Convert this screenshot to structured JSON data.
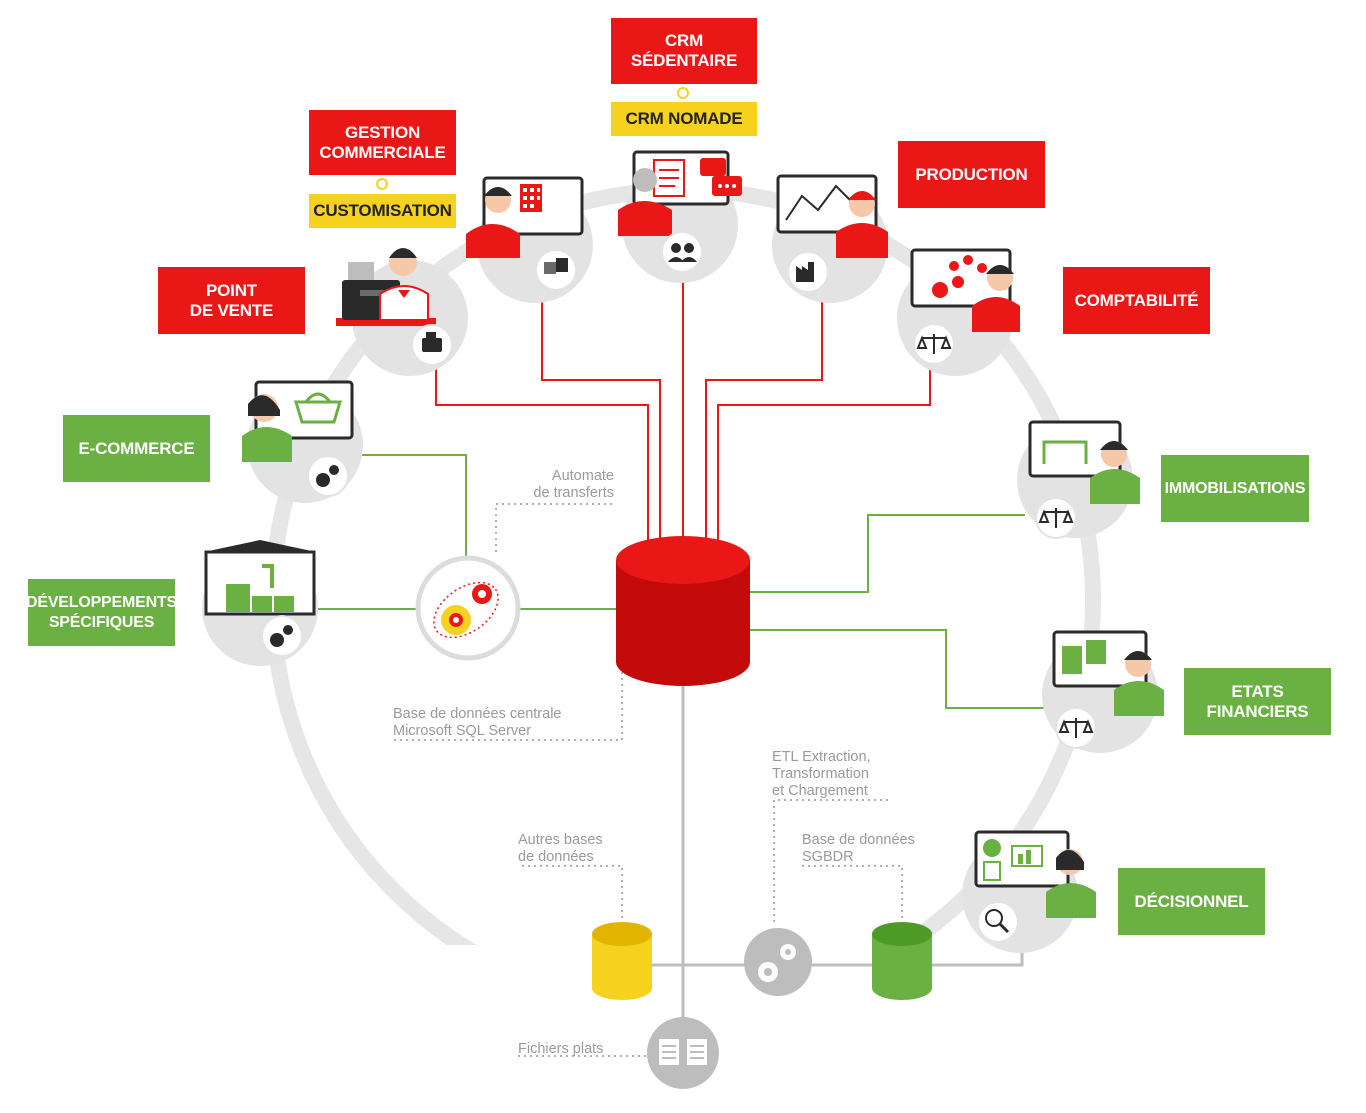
{
  "modules": {
    "crm_sedentaire": "CRM\nSÉDENTAIRE",
    "crm_nomade": "CRM NOMADE",
    "gestion_commerciale": "GESTION\nCOMMERCIALE",
    "customisation": "CUSTOMISATION",
    "production": "PRODUCTION",
    "point_de_vente": "POINT\nDE VENTE",
    "comptabilite": "COMPTABILITÉ",
    "e_commerce": "E-COMMERCE",
    "immobilisations": "IMMOBILISATIONS",
    "developpements_specifiques": "DÉVELOPPEMENTS\nSPÉCIFIQUES",
    "etats_financiers": "ETATS\nFINANCIERS",
    "decisionnel": "DÉCISIONNEL"
  },
  "notes": {
    "automate": "Automate\nde transferts",
    "base_centrale": "Base de données centrale\nMicrosoft SQL Server",
    "etl": "ETL Extraction,\nTransformation\net Chargement",
    "autres_bases": "Autres bases\nde données",
    "sgbdr": "Base de données\nSGBDR",
    "fichiers_plats": "Fichiers plats"
  },
  "colors": {
    "red": "#ea1717",
    "dark_red": "#c40b0b",
    "green": "#6ab043",
    "dark_green": "#4e9a26",
    "yellow": "#f6d21f",
    "dark_yellow": "#e0b400",
    "grey_ring": "#e3e3e3",
    "grey_icon": "#bdbdbd"
  }
}
